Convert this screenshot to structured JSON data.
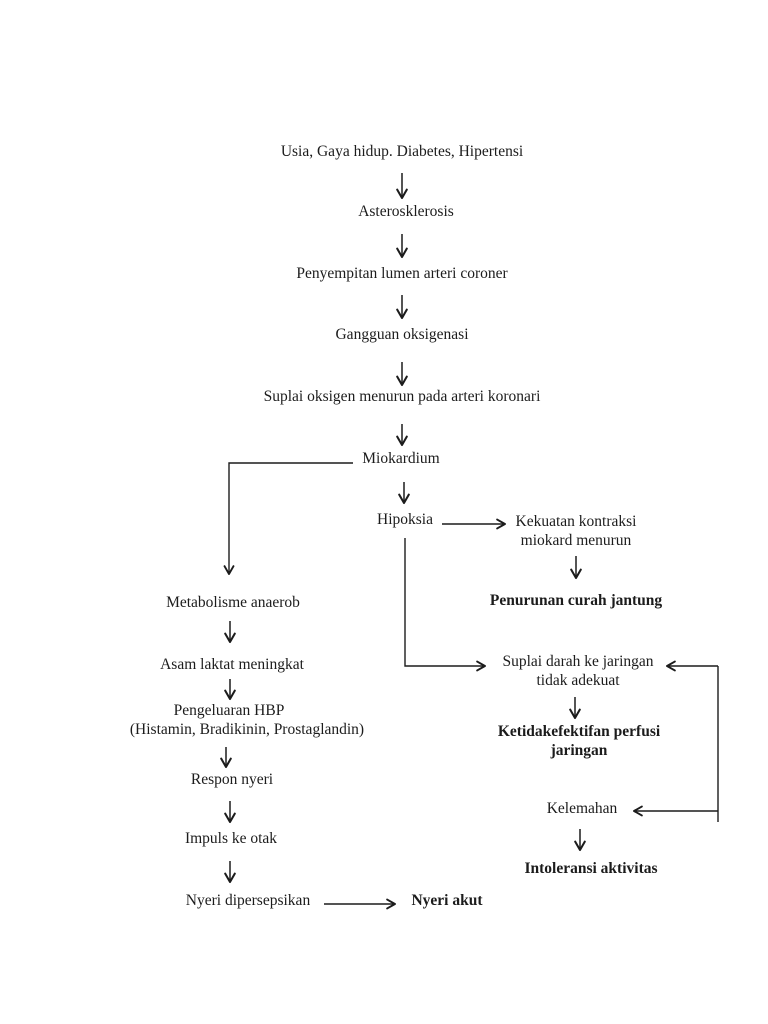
{
  "colors": {
    "background": "#ffffff",
    "text": "#1c1c1c",
    "line": "#1c1c1c"
  },
  "flowchart": {
    "nodes": {
      "usia": {
        "label": "Usia, Gaya hidup. Diabetes, Hipertensi",
        "bold": false
      },
      "asterosklerosis": {
        "label": "Asterosklerosis",
        "bold": false
      },
      "penyempitan": {
        "label": "Penyempitan lumen arteri coroner",
        "bold": false
      },
      "gangguan_oksigenasi": {
        "label": "Gangguan oksigenasi",
        "bold": false
      },
      "suplai_oksigen": {
        "label": "Suplai oksigen menurun pada arteri koronari",
        "bold": false
      },
      "miokardium": {
        "label": "Miokardium",
        "bold": false
      },
      "hipoksia": {
        "label": "Hipoksia",
        "bold": false
      },
      "kekuatan_kontraksi": {
        "line1": "Kekuatan kontraksi",
        "line2": "miokard menurun",
        "bold": false
      },
      "penurunan_curah_jantung": {
        "label": "Penurunan curah jantung",
        "bold": true
      },
      "metabolisme_anaerob": {
        "label": "Metabolisme anaerob",
        "bold": false
      },
      "asam_laktat": {
        "label": "Asam laktat meningkat",
        "bold": false
      },
      "pengeluaran_hbp": {
        "line1": "Pengeluaran HBP",
        "line2": "(Histamin, Bradikinin, Prostaglandin)",
        "bold": false
      },
      "respon_nyeri": {
        "label": "Respon nyeri",
        "bold": false
      },
      "impuls_ke_otak": {
        "label": "Impuls ke otak",
        "bold": false
      },
      "nyeri_dipersepsikan": {
        "label": "Nyeri dipersepsikan",
        "bold": false
      },
      "nyeri_akut": {
        "label": "Nyeri akut",
        "bold": true
      },
      "suplai_darah": {
        "line1": "Suplai darah ke jaringan",
        "line2": "tidak adekuat",
        "bold": false
      },
      "ketidakefektifan": {
        "line1": "Ketidakefektifan perfusi",
        "line2": "jaringan",
        "bold": true
      },
      "kelemahan": {
        "label": "Kelemahan",
        "bold": false
      },
      "intoleransi": {
        "label": "Intoleransi aktivitas",
        "bold": true
      }
    },
    "edges": [
      {
        "from": "usia",
        "to": "asterosklerosis",
        "style": "arrow-down"
      },
      {
        "from": "asterosklerosis",
        "to": "penyempitan",
        "style": "arrow-down"
      },
      {
        "from": "penyempitan",
        "to": "gangguan_oksigenasi",
        "style": "arrow-down"
      },
      {
        "from": "gangguan_oksigenasi",
        "to": "suplai_oksigen",
        "style": "arrow-down"
      },
      {
        "from": "suplai_oksigen",
        "to": "miokardium",
        "style": "arrow-down"
      },
      {
        "from": "miokardium",
        "to": "metabolisme_anaerob",
        "style": "elbow-left-down"
      },
      {
        "from": "miokardium",
        "to": "hipoksia",
        "style": "arrow-down"
      },
      {
        "from": "hipoksia",
        "to": "kekuatan_kontraksi",
        "style": "arrow-right"
      },
      {
        "from": "kekuatan_kontraksi",
        "to": "penurunan_curah_jantung",
        "style": "arrow-down"
      },
      {
        "from": "hipoksia",
        "to": "suplai_darah",
        "style": "elbow-down-right"
      },
      {
        "from": "metabolisme_anaerob",
        "to": "asam_laktat",
        "style": "arrow-down"
      },
      {
        "from": "asam_laktat",
        "to": "pengeluaran_hbp",
        "style": "arrow-down"
      },
      {
        "from": "pengeluaran_hbp",
        "to": "respon_nyeri",
        "style": "arrow-down"
      },
      {
        "from": "respon_nyeri",
        "to": "impuls_ke_otak",
        "style": "arrow-down"
      },
      {
        "from": "impuls_ke_otak",
        "to": "nyeri_dipersepsikan",
        "style": "arrow-down"
      },
      {
        "from": "nyeri_dipersepsikan",
        "to": "nyeri_akut",
        "style": "arrow-right"
      },
      {
        "from": "suplai_darah",
        "to": "ketidakefektifan",
        "style": "arrow-down"
      },
      {
        "from": "right_bracket",
        "to": "suplai_darah",
        "style": "arrow-left"
      },
      {
        "from": "right_bracket",
        "to": "kelemahan",
        "style": "arrow-left"
      },
      {
        "from": "kelemahan",
        "to": "intoleransi",
        "style": "arrow-down"
      }
    ]
  }
}
